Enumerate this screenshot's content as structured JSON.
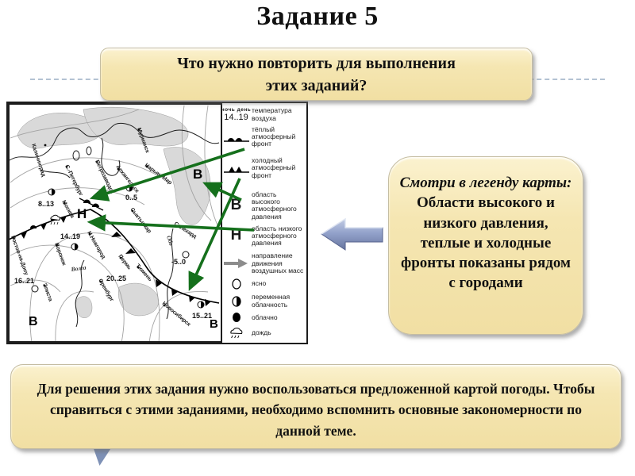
{
  "slide": {
    "title": "Задание 5",
    "question_box": {
      "line1": "Что нужно повторить для выполнения",
      "line2": "этих заданий?"
    },
    "hint_box": {
      "heading": "Смотри в легенду карты:",
      "body": "Области высокого и низкого давления, теплые и холодные фронты показаны рядом с городами"
    },
    "summary_box": {
      "text": "Для решения этих задания нужно воспользоваться предложенной картой погоды. Чтобы справиться с этими заданиями, необходимо вспомнить основные закономерности по данной теме."
    },
    "colors": {
      "box_fill": "#f4e5b0",
      "pointer_green": "#15701c",
      "arrow_blue": "#8b9ac4",
      "dash_line": "#b3c2d3"
    }
  },
  "weather_map": {
    "legend": {
      "temperature": {
        "night": "ночь",
        "day": "день",
        "value": "14..19",
        "label": "температура воздуха"
      },
      "warm_front": "тёплый атмосферный фронт",
      "cold_front": "холодный атмосферный фронт",
      "high_pressure": {
        "symbol": "В",
        "label": "область высокого атмосферного давления"
      },
      "low_pressure": {
        "symbol": "Н",
        "label": "область низкого атмосферного давления"
      },
      "wind_direction": "направление движения воздушных масс",
      "clear": "ясно",
      "variable_clouds": "переменная облачность",
      "cloudy": "облачно",
      "rain": "дождь"
    },
    "cities": [
      "Калининград",
      "С.-Петербург",
      "Петрозаводск",
      "Мурманск",
      "Архангельск",
      "Нарьян-Мар",
      "Сыктывкар",
      "Москва",
      "Н.Новгород",
      "Воронеж",
      "Ростов-на-Дону",
      "Элиста",
      "Оренбург",
      "Пермь",
      "Тюмень",
      "Салехард",
      "Новосибирск"
    ],
    "rivers": [
      "Волга",
      "Обь"
    ],
    "temperatures": [
      "8..13",
      "14..19",
      "16..21",
      "0..5",
      "-5..0",
      "20..25",
      "15..21"
    ],
    "pressure_marks": [
      "В",
      "Н",
      "В",
      "В"
    ]
  }
}
